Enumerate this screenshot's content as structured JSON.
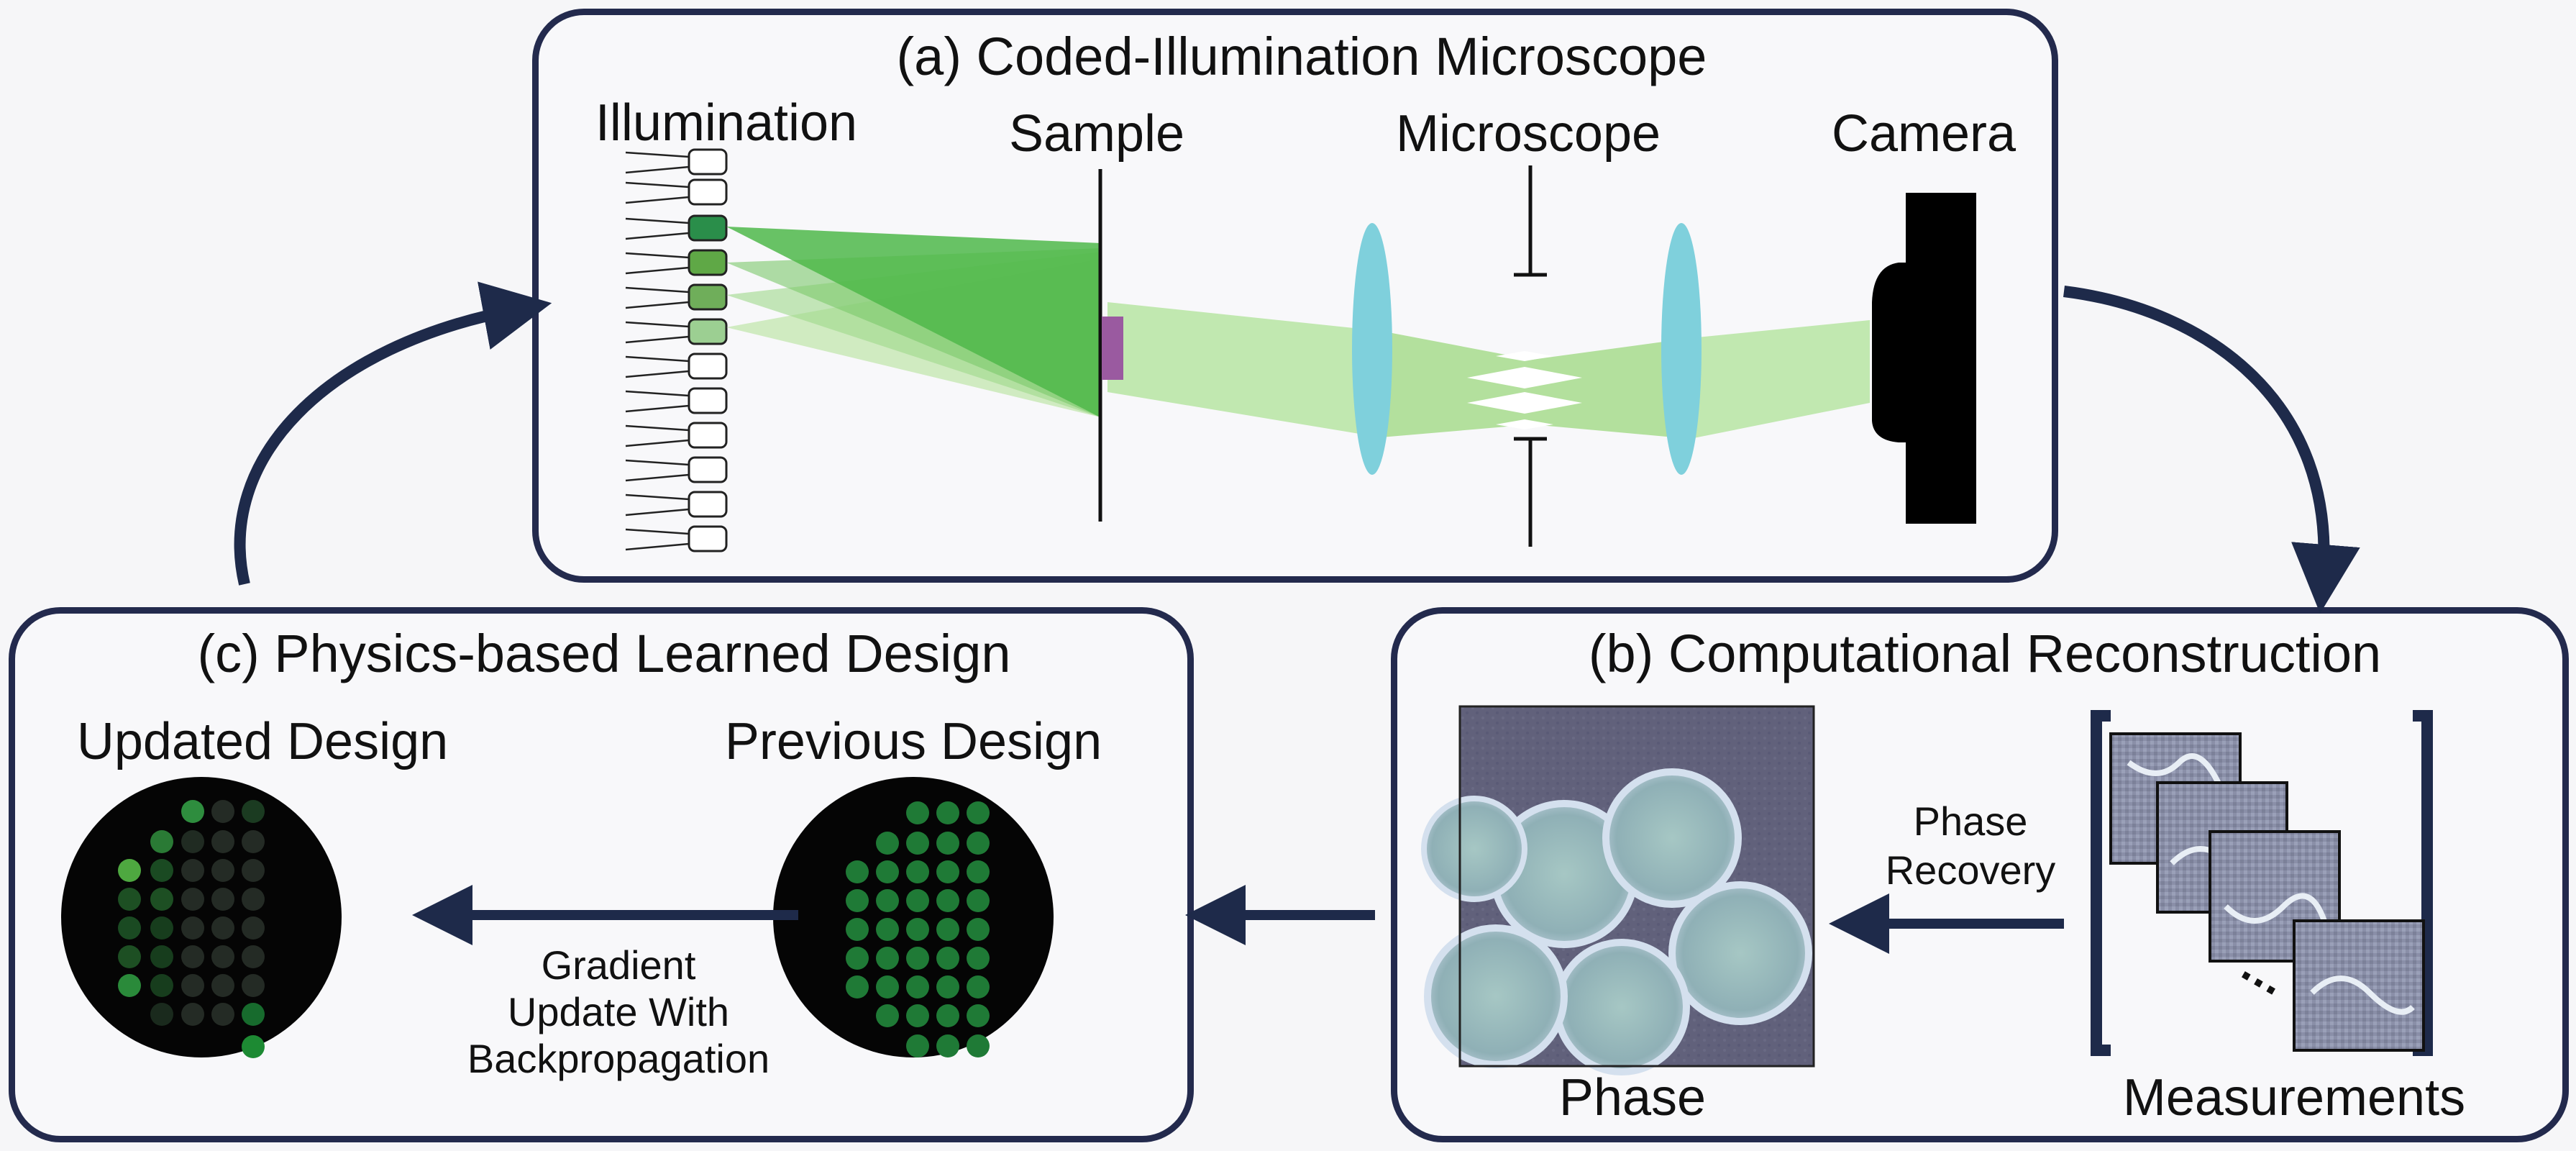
{
  "panel_a": {
    "title": "(a) Coded-Illumination Microscope",
    "labels": {
      "illumination": "Illumination",
      "sample": "Sample",
      "microscope": "Microscope",
      "camera": "Camera"
    }
  },
  "panel_b": {
    "title": "(b) Computational Reconstruction",
    "phase_label": "Phase",
    "measurements_label": "Measurements",
    "arrow_label_line1": "Phase",
    "arrow_label_line2": "Recovery",
    "ellipsis": "..."
  },
  "panel_c": {
    "title": "(c) Physics-based Learned Design",
    "updated_label": "Updated Design",
    "previous_label": "Previous Design",
    "arrow_label_line1": "Gradient",
    "arrow_label_line2": "Update With",
    "arrow_label_line3": "Backpropagation"
  },
  "colors": {
    "panel_border": "#232a4d",
    "arrow": "#1e2a4a",
    "led_green": "#2f9a4a",
    "beam_green": "#7fd36a",
    "lens_blue": "#7fd0dc",
    "sample_purple": "#9a5aa0"
  }
}
